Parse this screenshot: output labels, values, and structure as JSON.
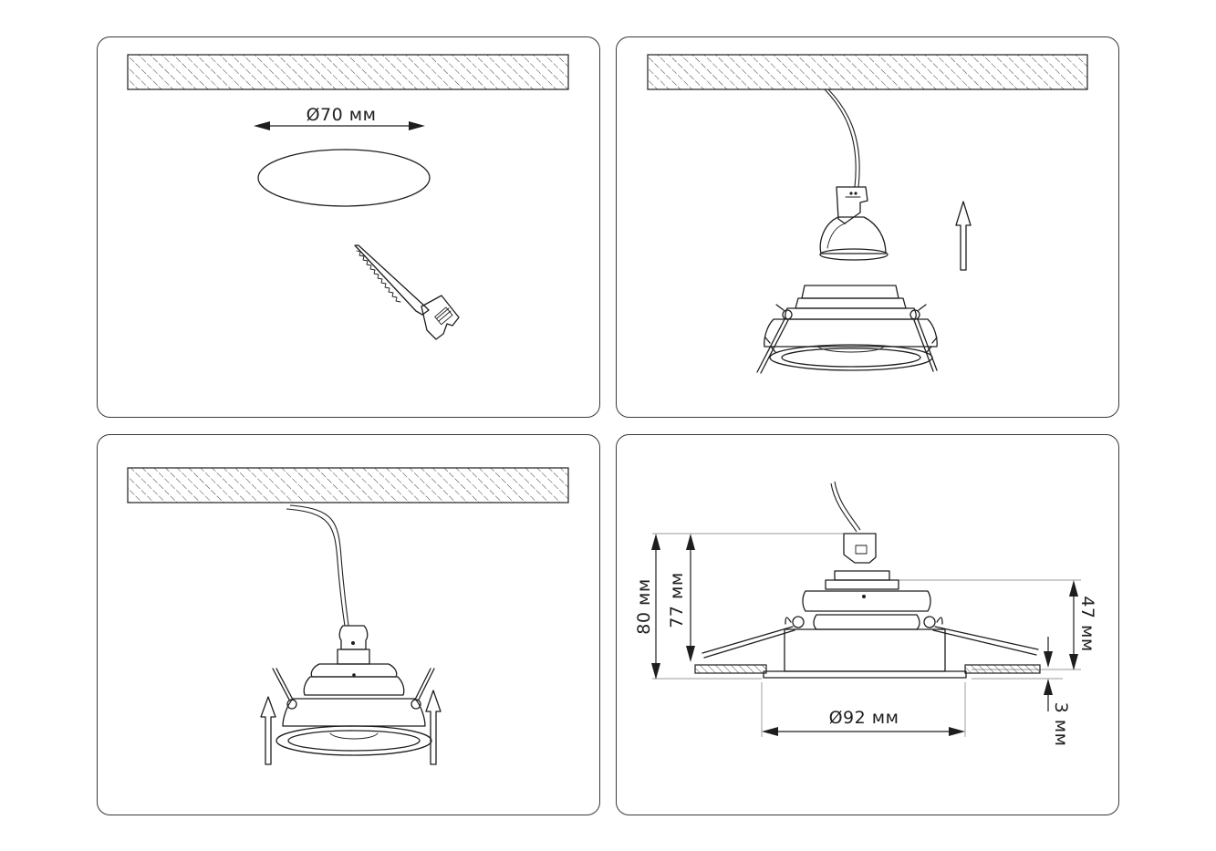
{
  "panels": {
    "step1": {
      "hole_diameter": "Ø70 мм"
    },
    "step2": {},
    "step3": {},
    "step4": {
      "height_total": "80 мм",
      "height_body": "77 мм",
      "height_above": "47 мм",
      "rim_thickness": "3 мм",
      "rim_diameter": "Ø92 мм"
    }
  },
  "colors": {
    "line": "#1e1e1e",
    "frame": "#3a3a3a",
    "background": "#ffffff"
  }
}
